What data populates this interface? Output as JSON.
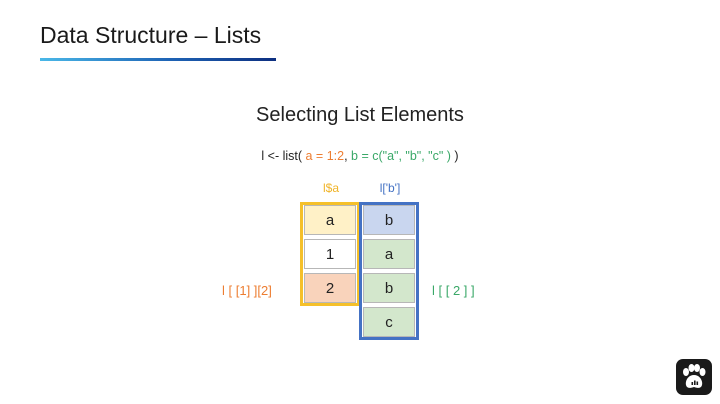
{
  "header": {
    "title": "Data Structure – Lists"
  },
  "slide": {
    "heading": "Selecting List Elements",
    "code": {
      "prefix": "l <- list( ",
      "part_a": "a = 1:2",
      "sep": ", ",
      "part_b": "b = c(\"a\", \"b\", \"c\" )",
      "suffix": " )"
    },
    "labels": {
      "dollar_access": "l$a",
      "bracket_access": "l['b']",
      "left_index": "l [ [1] ][2]",
      "right_index": "l [ [ 2 ] ]"
    },
    "column_a": [
      "a",
      "1",
      "2"
    ],
    "column_b": [
      "b",
      "a",
      "b",
      "c"
    ]
  },
  "colors": {
    "column_a_frame": "#f5c02a",
    "column_b_frame": "#4472c4",
    "orange_accent": "#ed7d31",
    "green_accent": "#3aa868"
  },
  "icons": {
    "logo": "paw-print-icon"
  }
}
